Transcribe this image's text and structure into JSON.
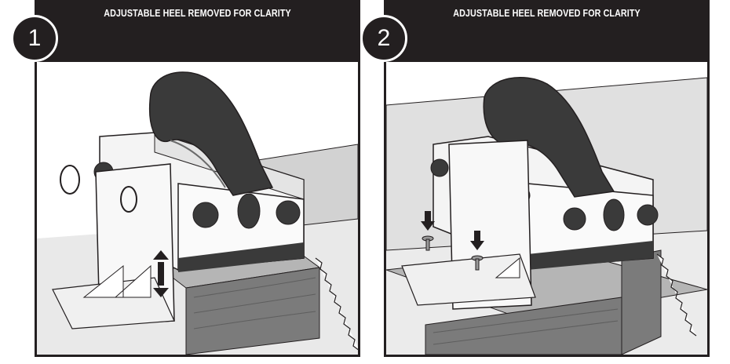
{
  "panels": [
    {
      "number": "1",
      "caption": "ADJUSTABLE HEEL REMOVED FOR CLARITY"
    },
    {
      "number": "2",
      "caption": "ADJUSTABLE HEEL REMOVED FOR CLARITY"
    }
  ],
  "colors": {
    "header": "#231f20",
    "outline": "#231f20",
    "handle": "#3a3a3a",
    "wood": "#7b7b7b",
    "wood_light": "#b5b5b5"
  }
}
